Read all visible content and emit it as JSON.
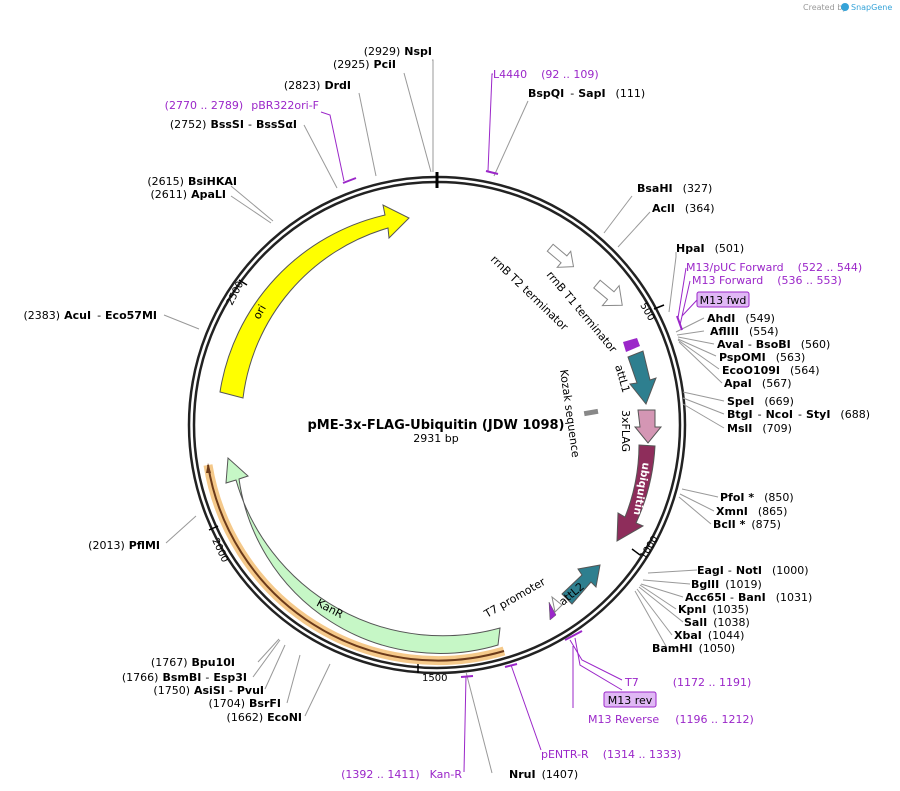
{
  "credit": {
    "prefix": "Created by",
    "brand": "SnapGene"
  },
  "plasmid": {
    "name": "pME-3x-FLAG-Ubiquitin (JDW 1098)",
    "size": "2931 bp"
  },
  "ticks": [
    "500",
    "1000",
    "1500",
    "2000",
    "2500"
  ],
  "features": {
    "ori": "ori",
    "kanr": "KanR",
    "rrnb_t2": "rrnB T2 terminator",
    "rrnb_t1": "rrnB T1 terminator",
    "attl1": "attL1",
    "kozak": "Kozak sequence",
    "flag": "3xFLAG",
    "ubiquitin": "ubiquitin",
    "attl2": "attL2",
    "t7_promoter": "T7 promoter"
  },
  "sites": [
    {
      "pos": "(2929)",
      "enz": "NspI"
    },
    {
      "pos": "(2925)",
      "enz": "PciI"
    },
    {
      "pos": "(2823)",
      "enz": "DrdI"
    },
    {
      "pos": "(2752)",
      "enz": "BssSI",
      "enz2": "BssSαI"
    },
    {
      "pos": "(2615)",
      "enz": "BsiHKAI"
    },
    {
      "pos": "(2611)",
      "enz": "ApaLI"
    },
    {
      "pos": "(2383)",
      "enz": "AcuI",
      "enz2": "Eco57MI"
    },
    {
      "pos": "(2013)",
      "enz": "PflMI"
    },
    {
      "pos": "(1767)",
      "enz": "Bpu10I"
    },
    {
      "pos": "(1766)",
      "enz": "BsmBI",
      "enz2": "Esp3I"
    },
    {
      "pos": "(1750)",
      "enz": "AsiSI",
      "enz2": "PvuI"
    },
    {
      "pos": "(1704)",
      "enz": "BsrFI"
    },
    {
      "pos": "(1662)",
      "enz": "EcoNI"
    },
    {
      "pos": "(1407)",
      "enz": "NruI"
    },
    {
      "pos": "(111)",
      "enz": "BspQI",
      "enz2": "SapI"
    },
    {
      "pos": "(327)",
      "enz": "BsaHI"
    },
    {
      "pos": "(364)",
      "enz": "AclI"
    },
    {
      "pos": "(501)",
      "enz": "HpaI"
    },
    {
      "pos": "(549)",
      "enz": "AhdI"
    },
    {
      "pos": "(554)",
      "enz": "AflIII"
    },
    {
      "pos": "(560)",
      "enz": "AvaI",
      "enz2": "BsoBI"
    },
    {
      "pos": "(563)",
      "enz": "PspOMI"
    },
    {
      "pos": "(564)",
      "enz": "EcoO109I"
    },
    {
      "pos": "(567)",
      "enz": "ApaI"
    },
    {
      "pos": "(669)",
      "enz": "SpeI"
    },
    {
      "pos": "(688)",
      "enz": "BtgI",
      "enz2": "NcoI",
      "enz3": "StyI"
    },
    {
      "pos": "(709)",
      "enz": "MslI"
    },
    {
      "pos": "(850)",
      "enz": "PfoI *"
    },
    {
      "pos": "(865)",
      "enz": "XmnI"
    },
    {
      "pos": "(875)",
      "enz": "BclI *"
    },
    {
      "pos": "(1000)",
      "enz": "EagI",
      "enz2": "NotI"
    },
    {
      "pos": "(1019)",
      "enz": "BglII"
    },
    {
      "pos": "(1031)",
      "enz": "Acc65I",
      "enz2": "BanI"
    },
    {
      "pos": "(1035)",
      "enz": "KpnI"
    },
    {
      "pos": "(1038)",
      "enz": "SalI"
    },
    {
      "pos": "(1044)",
      "enz": "XbaI"
    },
    {
      "pos": "(1050)",
      "enz": "BamHI"
    }
  ],
  "primers": [
    {
      "name": "L4440",
      "range": "(92 .. 109)"
    },
    {
      "name": "pBR322ori-F",
      "range": "(2770 .. 2789)"
    },
    {
      "name": "M13/pUC Forward",
      "range": "(522 .. 544)"
    },
    {
      "name": "M13 Forward",
      "range": "(536 .. 553)"
    },
    {
      "name": "M13 fwd",
      "range": ""
    },
    {
      "name": "T7",
      "range": "(1172 .. 1191)"
    },
    {
      "name": "M13 rev",
      "range": ""
    },
    {
      "name": "M13 Reverse",
      "range": "(1196 .. 1212)"
    },
    {
      "name": "pENTR-R",
      "range": "(1314 .. 1333)"
    },
    {
      "name": "Kan-R",
      "range": "(1392 .. 1411)"
    }
  ],
  "colors": {
    "ori": "#ffff00",
    "kanr": "#c6f7c6",
    "attl": "#2e7f8f",
    "flag": "#d496b4",
    "ubiquitin": "#8e2d5b",
    "primer": "#9b27c9",
    "highlight": "#f5c98a",
    "badge": "#e0b8f5"
  }
}
